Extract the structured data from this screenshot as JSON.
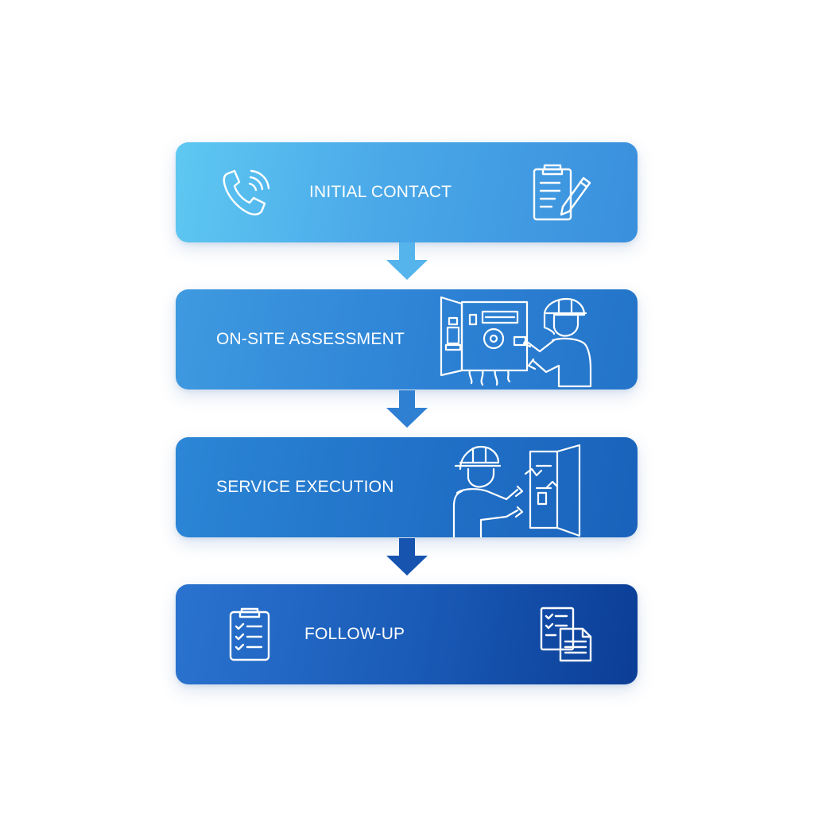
{
  "steps": [
    {
      "label": "INITIAL CONTACT",
      "left_icon": "phone-icon",
      "right_icon": "clipboard-pen-icon"
    },
    {
      "label": "ON-SITE ASSESSMENT",
      "right_icon": "technician-inspecting-panel-icon"
    },
    {
      "label": "SERVICE EXECUTION",
      "right_icon": "technician-repairing-panel-icon"
    },
    {
      "label": "FOLLOW-UP",
      "left_icon": "checklist-icon",
      "right_icon": "documents-icon"
    }
  ],
  "arrows": [
    {
      "icon": "down-arrow-icon",
      "color": "#55b4ec"
    },
    {
      "icon": "down-arrow-icon",
      "color": "#2f80d2"
    },
    {
      "icon": "down-arrow-icon",
      "color": "#1654b0"
    }
  ],
  "colors": {
    "background": "#ffffff",
    "step_1": "#4fb6ee",
    "step_2": "#2f84d6",
    "step_3": "#2172c8",
    "step_4": "#0b3d96",
    "text": "#ffffff"
  }
}
